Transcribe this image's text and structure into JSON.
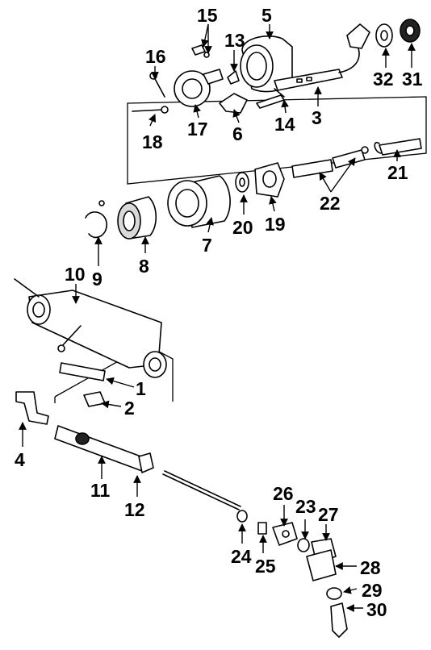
{
  "diagram": {
    "callouts": {
      "n1": "1",
      "n2": "2",
      "n3": "3",
      "n4": "4",
      "n5": "5",
      "n6": "6",
      "n7": "7",
      "n8": "8",
      "n9": "9",
      "n10": "10",
      "n11": "11",
      "n12": "12",
      "n13": "13",
      "n14": "14",
      "n15": "15",
      "n16": "16",
      "n17": "17",
      "n18": "18",
      "n19": "19",
      "n20": "20",
      "n21": "21",
      "n22": "22",
      "n23": "23",
      "n24": "24",
      "n25": "25",
      "n26": "26",
      "n27": "27",
      "n28": "28",
      "n29": "29",
      "n30": "30",
      "n31": "31",
      "n32": "32"
    }
  }
}
